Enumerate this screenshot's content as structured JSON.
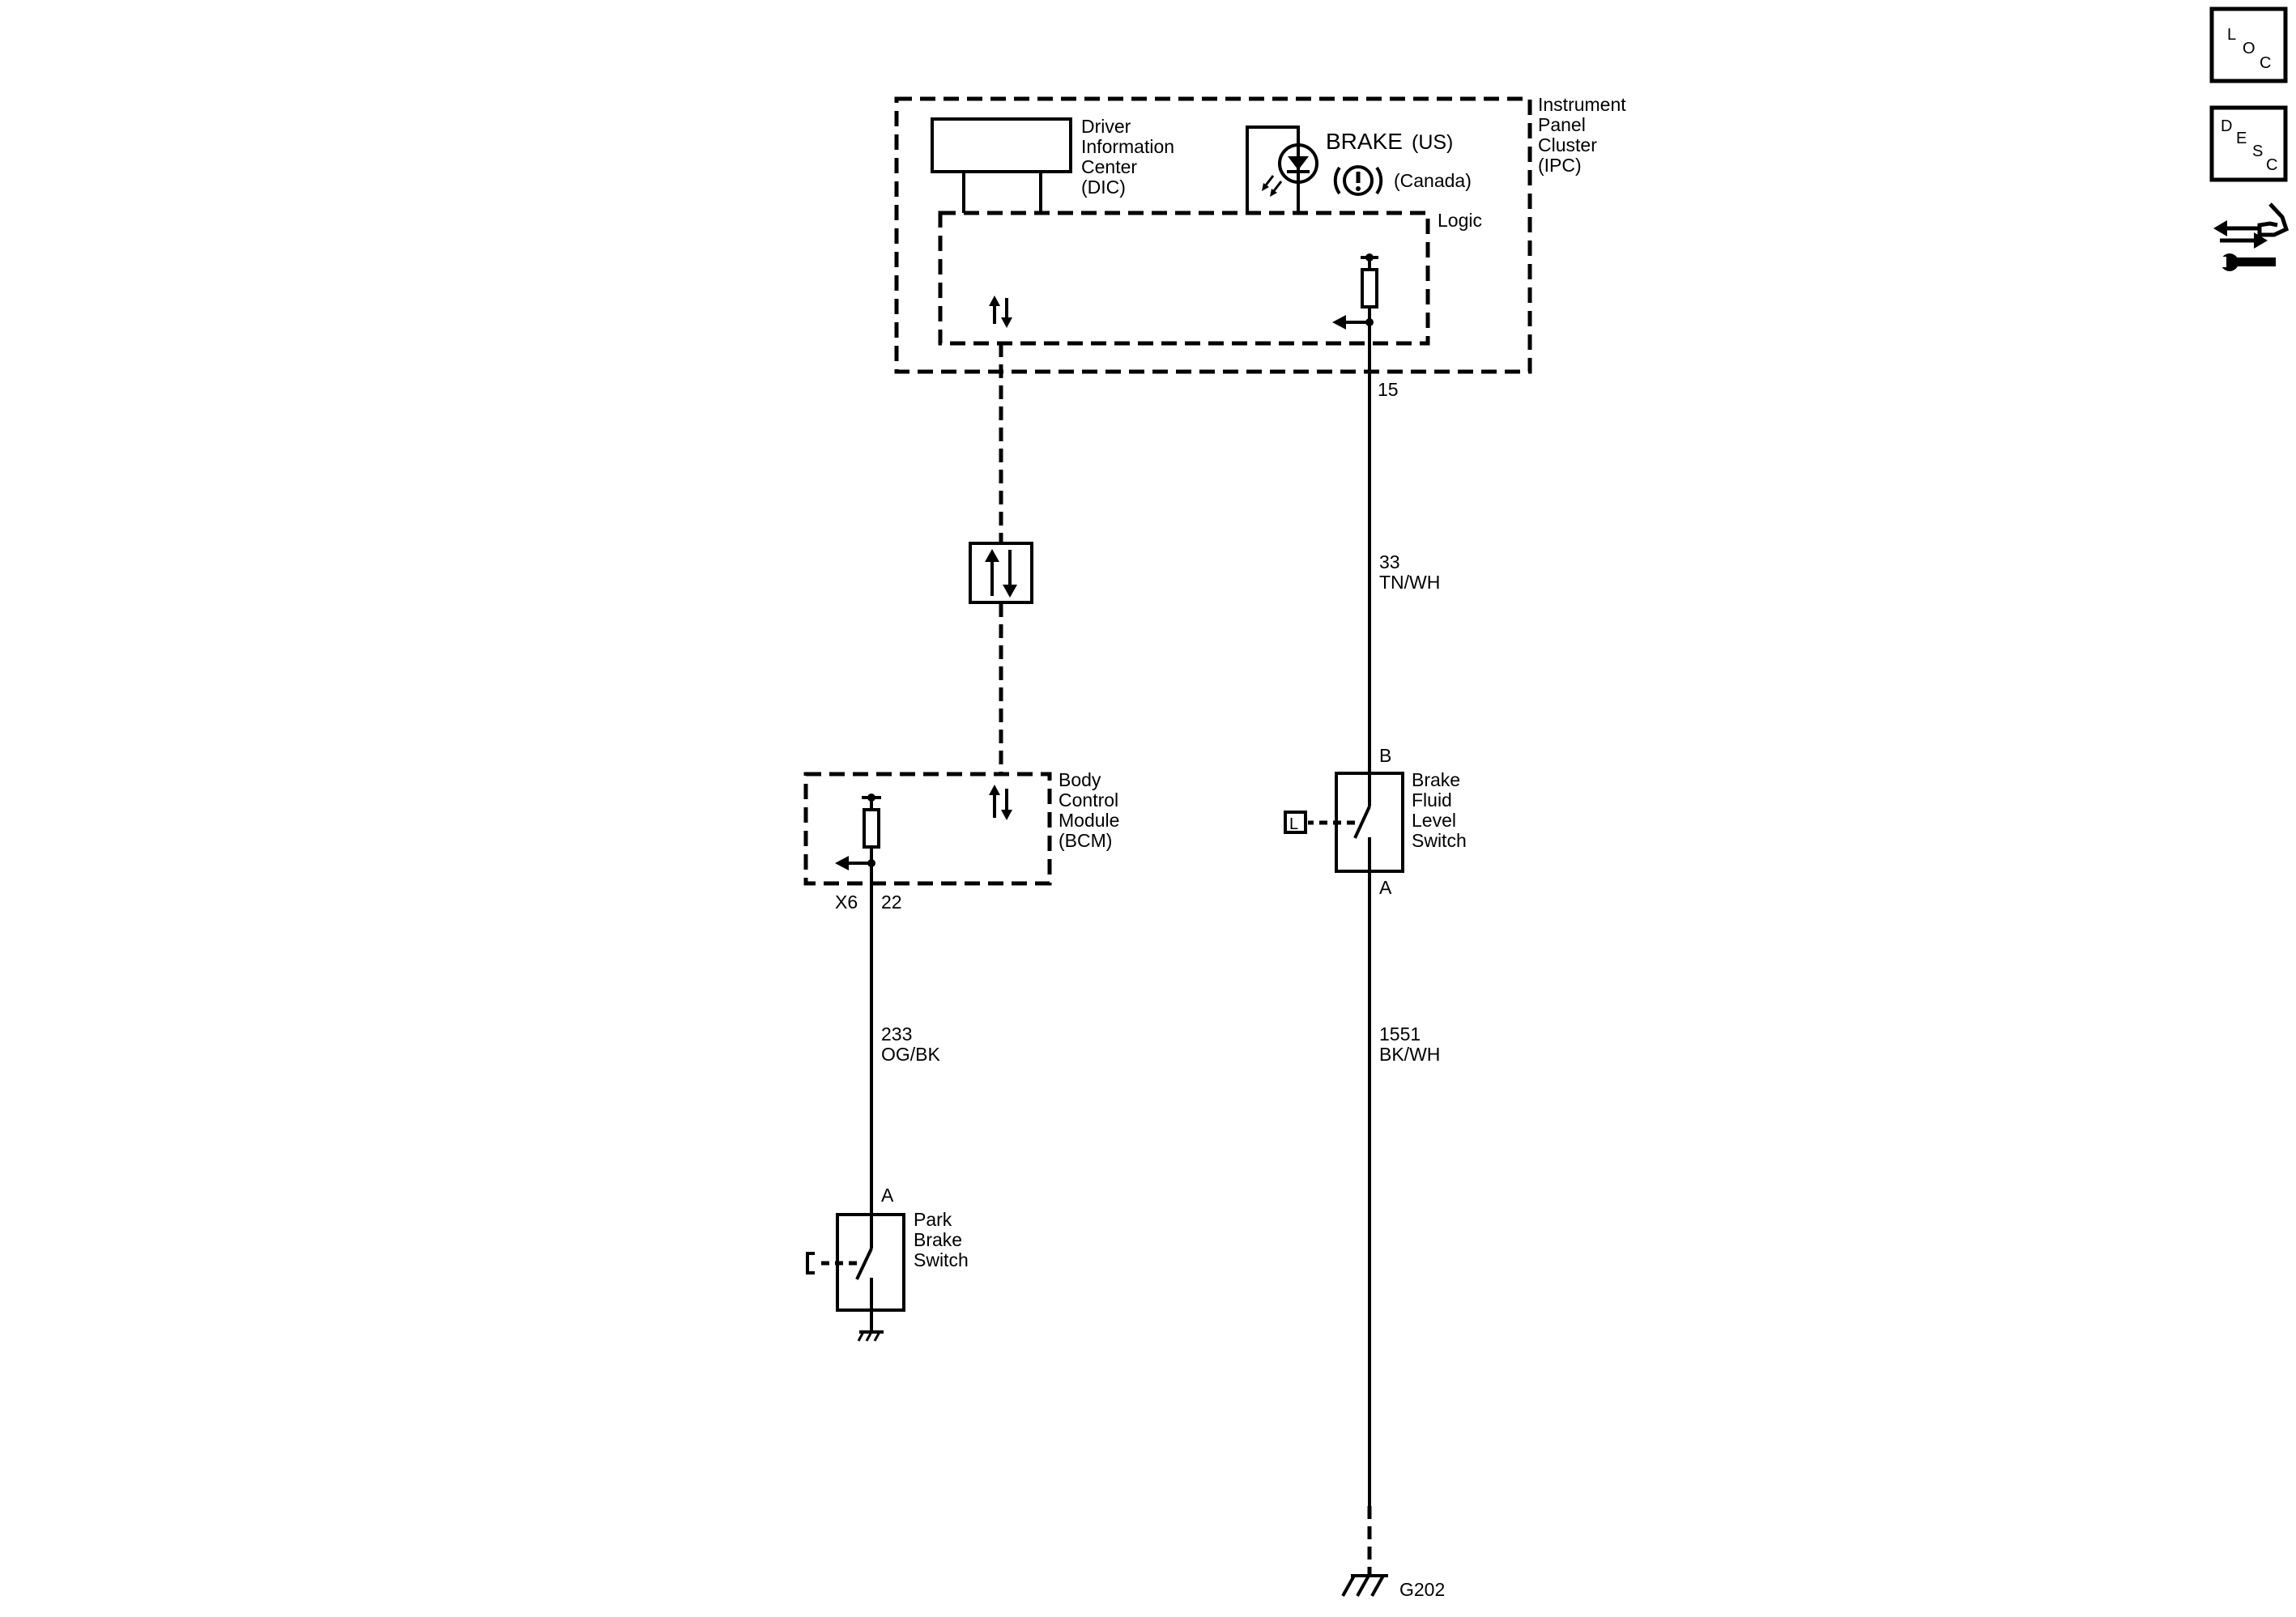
{
  "ipc": {
    "title_lines": [
      "Instrument",
      "Panel",
      "Cluster",
      "(IPC)"
    ],
    "logic_label": "Logic",
    "dic_lines": [
      "Driver",
      "Information",
      "Center",
      "(DIC)"
    ],
    "brake_text": "BRAKE",
    "brake_us": "(US)",
    "brake_canada": "(Canada)",
    "pin_brake": "15"
  },
  "wire_brake_indicator": {
    "circuit": "33",
    "color": "TN/WH"
  },
  "bcm": {
    "title_lines": [
      "Body",
      "Control",
      "Module",
      "(BCM)"
    ],
    "connector": "X6",
    "pin": "22"
  },
  "wire_park_brake": {
    "circuit": "233",
    "color": "OG/BK"
  },
  "park_brake_switch": {
    "title_lines": [
      "Park",
      "Brake",
      "Switch"
    ],
    "pin": "A"
  },
  "brake_fluid_switch": {
    "title_lines": [
      "Brake",
      "Fluid",
      "Level",
      "Switch"
    ],
    "pin_top": "B",
    "pin_bottom": "A",
    "location_symbol": "L"
  },
  "wire_ground": {
    "circuit": "1551",
    "color": "BK/WH"
  },
  "ground": {
    "label": "G202"
  },
  "side_icons": [
    {
      "name": "loc-icon",
      "letters": [
        "L",
        "O",
        "C"
      ]
    },
    {
      "name": "desc-icon",
      "letters": [
        "D",
        "E",
        "S",
        "C"
      ]
    },
    {
      "name": "connector-repair-icon"
    }
  ]
}
